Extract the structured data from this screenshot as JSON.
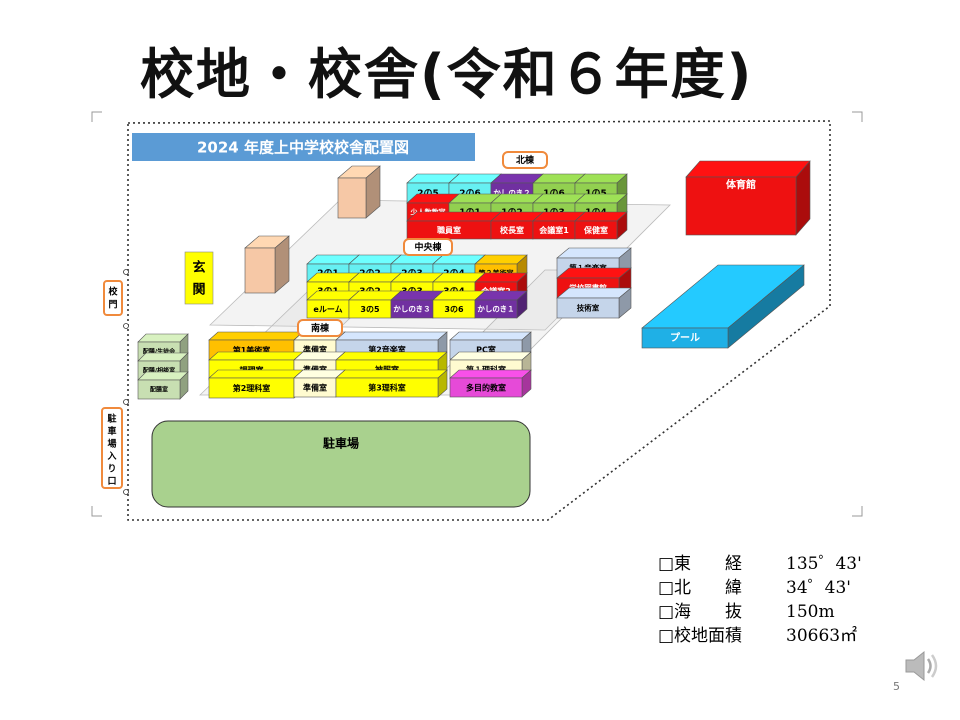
{
  "slide": {
    "title": "校地・校舎(令和６年度)",
    "page_number": "5",
    "speaker_icon": "speaker-icon"
  },
  "map": {
    "banner": "2024 年度上中学校校舎配置図",
    "wings": {
      "north": "北棟",
      "center": "中央棟",
      "south": "南棟"
    },
    "north_rooms": {
      "r1": [
        "2の5",
        "2の6",
        "かしのき２",
        "1の6",
        "1の5"
      ],
      "r2": [
        "少人数教室",
        "1の1",
        "1の2",
        "1の3",
        "1の4"
      ],
      "r3": [
        "職員室",
        "校長室",
        "会議室1",
        "保健室"
      ]
    },
    "center_rooms": {
      "r1": [
        "2の1",
        "2の2",
        "2の3",
        "2の4",
        "第２美術室"
      ],
      "r2": [
        "3の1",
        "3の2",
        "3の3",
        "3の4",
        "会議室2"
      ],
      "r3": [
        "eルーム",
        "3の5",
        "かしのき３",
        "3の6",
        "かしのき１"
      ]
    },
    "east_rooms": [
      "第１音楽室",
      "学校図書館",
      "技術室"
    ],
    "south_rooms": {
      "r1": [
        "第1美術室",
        "準備室",
        "第2音楽室",
        "PC室"
      ],
      "r2": [
        "調理室",
        "準備室",
        "被服室",
        "第１理科室"
      ],
      "r3": [
        "第2理科室",
        "準備室",
        "第3理科室",
        "多目的教室"
      ]
    },
    "west_rooms": [
      "配膳/生徒会",
      "配膳/相談室",
      "配膳室"
    ],
    "entrance": [
      "玄",
      "関"
    ],
    "gym": "体育館",
    "pool": "プール",
    "parking": "駐車場",
    "school_gate": [
      "校",
      "門"
    ],
    "parking_entrance": [
      "駐",
      "車",
      "場",
      "入",
      "り",
      "口"
    ]
  },
  "info": [
    {
      "label": "□東　　経",
      "value": "135゜43'"
    },
    {
      "label": "□北　　緯",
      "value": " 34゜43'"
    },
    {
      "label": "□海　　抜",
      "value": " 150m"
    },
    {
      "label": "□校地面積",
      "value": " 30663㎡"
    }
  ],
  "colors": {
    "cyan": "#66f0f2",
    "green": "#92d050",
    "purple": "#7030a0",
    "red": "#ee1111",
    "yellow": "#ffff00",
    "orange": "#ffc000",
    "steel": "#c5d5ea",
    "cream": "#fffbd0",
    "pink": "#e64ad8",
    "pale_green": "#c8dfb2",
    "blue": "#1fb0e6",
    "banner": "#5b9bd5",
    "parking": "#a9d18e",
    "tan": "#f6c8a6"
  }
}
